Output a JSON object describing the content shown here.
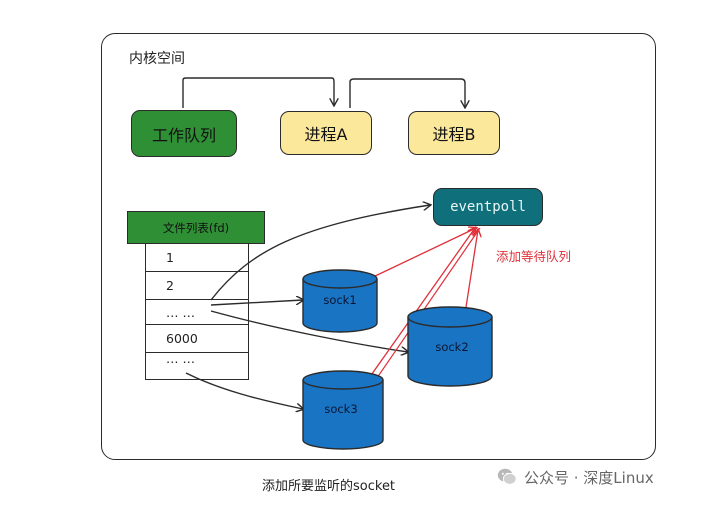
{
  "kernel_space": {
    "title": "内核空间"
  },
  "processes": {
    "work_queue": "工作队列",
    "process_a": "进程A",
    "process_b": "进程B"
  },
  "eventpoll": {
    "label": "eventpoll",
    "wait_queue_note": "添加等待队列"
  },
  "fd_table": {
    "header": "文件列表(fd)",
    "rows": [
      "1",
      "2",
      "… …",
      "6000",
      "… …"
    ]
  },
  "sockets": [
    "sock1",
    "sock2",
    "sock3"
  ],
  "caption": "添加所要监听的socket",
  "watermark": {
    "text": "公众号 · 深度Linux"
  },
  "colors": {
    "green": "#2f8f35",
    "yellow": "#fbe89a",
    "teal": "#0f6f7a",
    "sock_blue": "#1a74c4",
    "red_arrow": "#e0303a"
  }
}
